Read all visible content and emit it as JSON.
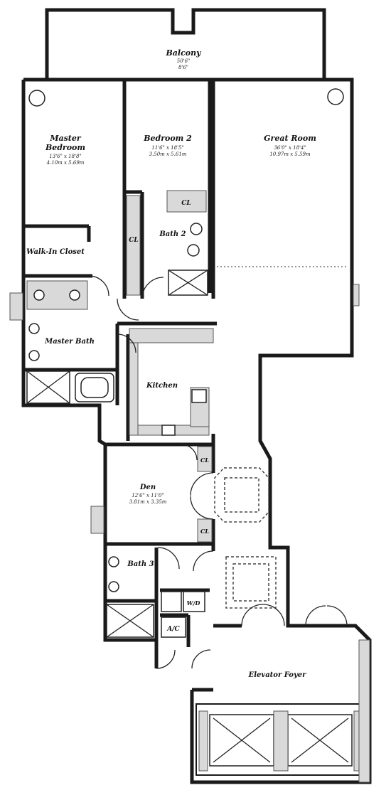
{
  "rooms": {
    "balcony": {
      "name": "Balcony",
      "dim1": "50'6\"",
      "dim2": "8'6\""
    },
    "master_bedroom": {
      "name": "Master",
      "name2": "Bedroom",
      "dim1": "13'6\" x 18'8\"",
      "dim2": "4.10m x 5.69m"
    },
    "bedroom2": {
      "name": "Bedroom 2",
      "dim1": "11'6\" x 18'5\"",
      "dim2": "3.50m x 5.61m"
    },
    "great_room": {
      "name": "Great Room",
      "dim1": "36'0\" x 18'4\"",
      "dim2": "10.97m x 5.59m"
    },
    "walkin_closet": {
      "name": "Walk-In Closet"
    },
    "bath2": {
      "name": "Bath 2"
    },
    "master_bath": {
      "name": "Master Bath"
    },
    "kitchen": {
      "name": "Kitchen"
    },
    "den": {
      "name": "Den",
      "dim1": "12'6\" x 11'0\"",
      "dim2": "3.81m x 3.35m"
    },
    "bath3": {
      "name": "Bath 3"
    },
    "elevator_foyer": {
      "name": "Elevator Foyer"
    }
  },
  "fixtures": {
    "closet": "CL",
    "washer_dryer": "W/D",
    "air_conditioning": "A/C"
  }
}
